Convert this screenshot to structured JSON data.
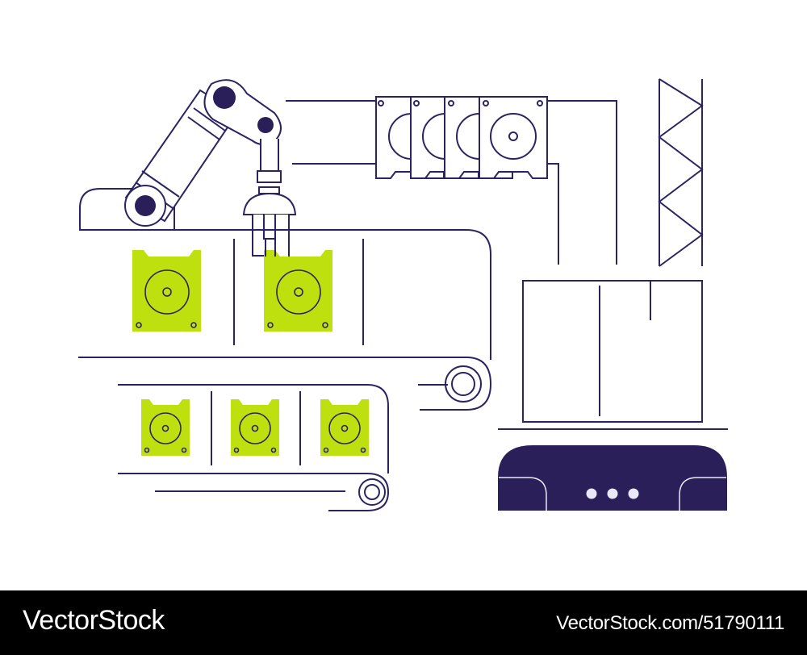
{
  "illustration": {
    "title": "Automated hard drive production line",
    "colors": {
      "line": "#2b2461",
      "dark_fill": "#2b1f5a",
      "accent_green": "#bfe00f",
      "background": "#ffffff",
      "indicator_dots": "#e8e8f8"
    },
    "elements": {
      "robot_arm": "robotic-arm-with-gripper",
      "upper_conveyor_drives": 2,
      "lower_conveyor_drives": 3,
      "stacked_drives_on_rail": 4,
      "truss_tower": "truss",
      "shipping_box": "box",
      "robot_cart": {
        "indicator_dots": 3
      }
    }
  },
  "footer": {
    "brand": "VectorStock",
    "reference": "VectorStock.com/51790111"
  }
}
